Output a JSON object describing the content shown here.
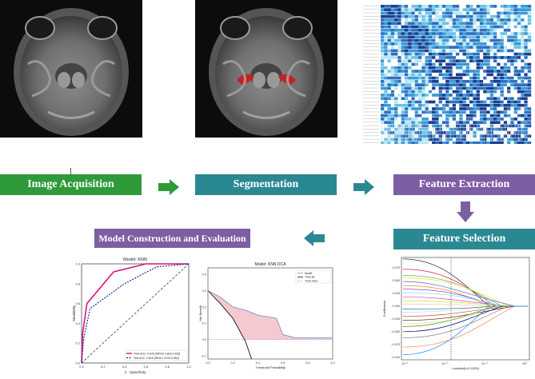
{
  "colors": {
    "green": "#2e9a3a",
    "teal": "#2a8893",
    "purple": "#7c5ea3",
    "roc_train": "#d6147a",
    "roc_test": "#1f2f9a",
    "dca_band": "#f1b7c0",
    "heat_base": "#1c3d8f"
  },
  "steps": {
    "acquisition": "Image Acquisition",
    "segmentation": "Segmentation",
    "extraction": "Feature Extraction",
    "selection": "Feature Selection",
    "model": "Model Construction and Evaluation"
  },
  "roc": {
    "title": "Model: KNN",
    "xlabel": "1 - Specificity",
    "ylabel": "Sensitivity",
    "legend_train": "Train AUC: 0.878 (95%CI 0.823-0.933)",
    "legend_test": "Test AUC: 0.818 (95%CI 0.673-0.962)",
    "xticks": [
      "0.0",
      "0.2",
      "0.4",
      "0.6",
      "0.8",
      "1.0"
    ],
    "yticks": [
      "0.0",
      "0.2",
      "0.4",
      "0.6",
      "0.8",
      "1.0"
    ]
  },
  "dca": {
    "title": "Model: KNN DCA",
    "xlabel": "Threshold Probability",
    "ylabel": "Net Benefit",
    "legend": [
      "Model",
      "Treat all",
      "Treat none"
    ],
    "xticks": [
      "0.0",
      "0.2",
      "0.4",
      "0.6",
      "0.8",
      "1.0"
    ],
    "yticks": [
      "-0.1",
      "0.0",
      "0.1",
      "0.2",
      "0.3",
      "0.4"
    ]
  },
  "lasso": {
    "ylabel": "Coefficients",
    "xlabel": "Lambda(λ=0.0125)",
    "yticks": [
      "0.075",
      "0.050",
      "0.025",
      "0.000",
      "-0.025",
      "-0.050",
      "-0.075",
      "-0.100"
    ],
    "xticks": [
      "10⁻³",
      "10⁻²",
      "10⁻¹",
      "10⁰"
    ]
  },
  "chart_data": [
    {
      "type": "line",
      "title": "Model: KNN",
      "xlabel": "1 - Specificity",
      "ylabel": "Sensitivity",
      "xlim": [
        0,
        1
      ],
      "ylim": [
        0,
        1
      ],
      "series": [
        {
          "name": "Train AUC: 0.878 (95%CI 0.823-0.933)",
          "x": [
            0,
            0.01,
            0.05,
            0.3,
            0.6,
            1.0
          ],
          "y": [
            0,
            0.3,
            0.6,
            0.92,
            1.0,
            1.0
          ]
        },
        {
          "name": "Test AUC: 0.818 (95%CI 0.673-0.962)",
          "x": [
            0,
            0.02,
            0.08,
            0.4,
            0.7,
            1.0
          ],
          "y": [
            0,
            0.25,
            0.55,
            0.8,
            0.97,
            1.0
          ]
        }
      ]
    },
    {
      "type": "line",
      "title": "Model: KNN DCA",
      "xlabel": "Threshold Probability",
      "ylabel": "Net Benefit",
      "xlim": [
        0,
        1
      ],
      "ylim": [
        -0.12,
        0.44
      ],
      "series": [
        {
          "name": "Model",
          "x": [
            0,
            0.1,
            0.2,
            0.3,
            0.4,
            0.55,
            0.6,
            0.7,
            0.9,
            1.0
          ],
          "y": [
            0.3,
            0.26,
            0.2,
            0.18,
            0.15,
            0.13,
            0.03,
            0.01,
            0.01,
            0.01
          ]
        },
        {
          "name": "Treat all",
          "x": [
            0,
            0.1,
            0.2,
            0.3,
            0.35
          ],
          "y": [
            0.3,
            0.22,
            0.13,
            -0.01,
            -0.12
          ]
        },
        {
          "name": "Treat none",
          "x": [
            0,
            1
          ],
          "y": [
            0,
            0
          ]
        }
      ]
    }
  ]
}
